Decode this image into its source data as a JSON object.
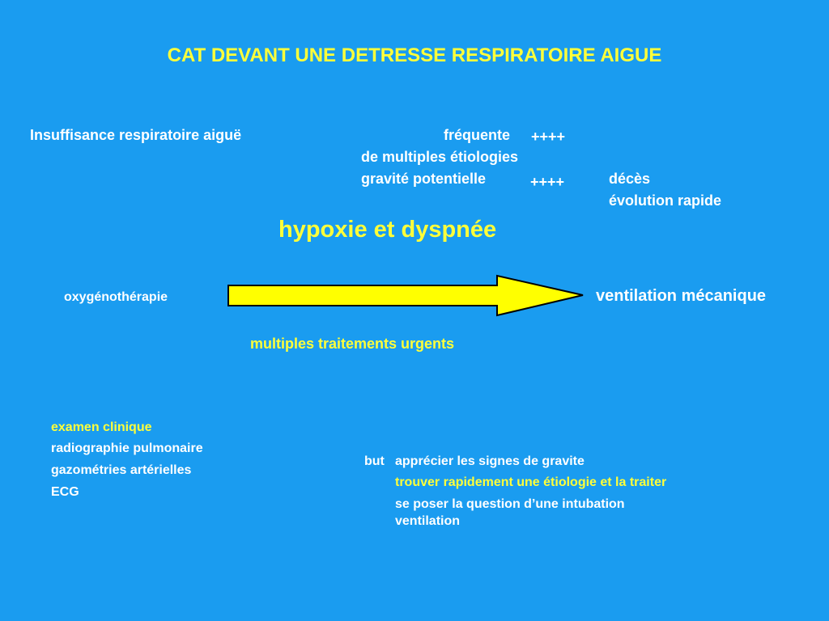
{
  "slide": {
    "title": "CAT DEVANT UNE DETRESSE RESPIRATOIRE AIGUE",
    "insuffisance": {
      "label": "Insuffisance respiratoire aiguë",
      "frequente": "fréquente",
      "frequente_marks": "++++",
      "etiologies": "de multiples étiologies",
      "gravite": "gravité potentielle",
      "gravite_marks": "++++",
      "deces": "décès",
      "evolution": "évolution rapide"
    },
    "hypoxie": "hypoxie et dyspnée",
    "treatment": {
      "left": "oxygénothérapie",
      "right": "ventilation mécanique",
      "caption": "multiples traitements urgents"
    },
    "exams": [
      "examen clinique",
      "radiographie pulmonaire",
      "gazométries artérielles",
      "ECG"
    ],
    "but": {
      "label": "but",
      "items": [
        "apprécier les signes de gravite",
        "trouver rapidement une étiologie et la traiter",
        "se poser la question d’une intubation",
        "ventilation"
      ]
    },
    "colors": {
      "background": "#1A9CF0",
      "highlight": "#FFFF3A",
      "text": "#FFFFFF",
      "arrow_fill": "#FFFF00",
      "arrow_stroke": "#000000"
    }
  }
}
